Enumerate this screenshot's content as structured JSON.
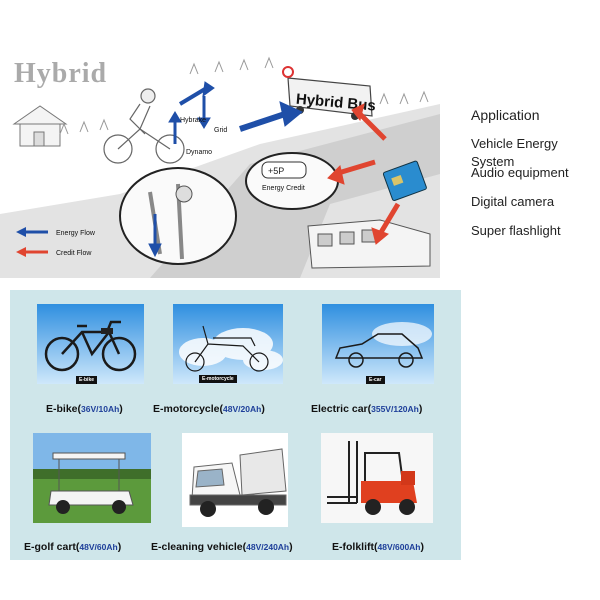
{
  "diagram": {
    "logo": "Hybrid",
    "bus_label": "Hybrid Bus",
    "labels": {
      "hybrake": "Hybrake",
      "grid": "Grid",
      "dynamo": "Dynamo",
      "energy_credit": "Energy Credit",
      "credit_value": "+5P"
    },
    "legend": {
      "energy_flow": "Energy Flow",
      "credit_flow": "Credit Flow"
    },
    "colors": {
      "energy": "#1f4fa8",
      "credit": "#e04530"
    }
  },
  "applications": {
    "title": "Application",
    "items": [
      "Vehicle Energy System",
      "Audio equipment",
      "Digital camera",
      "Super flashlight"
    ]
  },
  "vehicles": [
    {
      "name": "E-bike",
      "spec": "36V/10Ah",
      "tag": "E-bike",
      "icon": "bicycle-icon"
    },
    {
      "name": "E-motorcycle",
      "spec": "48V/20Ah",
      "tag": "E-motorcycle",
      "icon": "motorcycle-icon"
    },
    {
      "name": "Electric car",
      "spec": "355V/120Ah",
      "tag": "E-car",
      "icon": "car-icon"
    },
    {
      "name": "E-golf cart",
      "spec": "48V/60Ah",
      "icon": "golf-cart-icon"
    },
    {
      "name": "E-cleaning vehicle",
      "spec": "48V/240Ah",
      "icon": "cleaning-vehicle-icon"
    },
    {
      "name": "E-folklift",
      "spec": "48V/600Ah",
      "icon": "forklift-icon"
    }
  ]
}
